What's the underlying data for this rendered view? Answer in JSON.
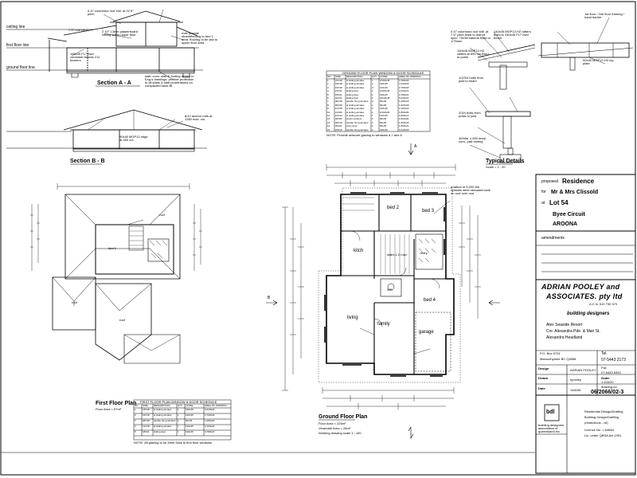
{
  "sections": {
    "section_aa_title": "Section A - A",
    "section_bb_title": "Section B - B",
    "ceiling_line": "ceiling line",
    "first_floor_line": "first floor line",
    "ground_floor_line": "ground floor line",
    "note_roof_sheet": "0.47 colorbond roof shtl. at 22.5° pitch",
    "note_roof_pitch": "7.5° roof pitch",
    "note_plasterboard": "2 10° 13mm plasterboard ceiling sht to upper floor",
    "note_termite": "note provide strandflooring to bed 1 area. flooring to be laid to upper floor area",
    "note_beams": "190x45 F17 hwd verandah beams 211 bearers",
    "note_slab": "slab, conc. slab & footing details to Eng.s drawings. provide protection to all slabs & slab penetrations on compacted sand fill",
    "note_section_bb": "8/12 anchor rods at 1350 max. crs.",
    "note_mgp": "90x45 MGP12 ridge at 450 crs"
  },
  "floor_plans": {
    "first_floor_title": "First Floor Plan",
    "first_floor_area": "Floor Area = 57m²",
    "ground_floor_title": "Ground Floor Plan",
    "ground_floor_area": "Floor Area = 225m²",
    "verandah_area": "Verandah Area = 26m²",
    "working_scale": "Working drawing scale 1 : 100",
    "room_bed1": "bed 1",
    "room_bed2": "bed 2",
    "room_bed3": "bed 3",
    "room_bed4": "bed 4",
    "room_living": "living",
    "room_garage": "garage",
    "room_family": "family",
    "room_kitchen": "kitch",
    "room_wc": "WC",
    "room_laundry": "lndry",
    "room_roof": "roof",
    "note_beam_position": "position of 5,000 8m upstairs steel rainwater tank on roof over roof",
    "note_stair": "stairs 1.0 max",
    "section_marker_a": "A",
    "section_marker_b": "B"
  },
  "window_schedule_ground": {
    "title": "GROUND FLOOR PLAN WINDOW & DOOR SCHEDULE",
    "headers": [
      "NO",
      "SIZE",
      "DESCRIPTION",
      "QTY",
      "LINTEL",
      "AREA OF OPENING"
    ],
    "rows": [
      [
        "1",
        "21X18",
        "sl sliding window",
        "1",
        "2/190x45",
        "3,780x18"
      ],
      [
        "2",
        "18X18",
        "sl sliding window",
        "1",
        "190x45",
        "3,240x18"
      ],
      [
        "3",
        "15X18",
        "sl sliding window",
        "3",
        "140x45",
        "2,700x18"
      ],
      [
        "4",
        "21X21",
        "sliding door",
        "1",
        "2/190x45",
        "4,410x21"
      ],
      [
        "5",
        "18X21",
        "sliding door",
        "1",
        "190x45",
        "3,780x21"
      ],
      [
        "6",
        "24X21",
        "sliding door",
        "1",
        "2/240x45",
        "5,040x21"
      ],
      [
        "7",
        "06X18",
        "double hung window",
        "2",
        "90x45",
        "1,080x18"
      ],
      [
        "8",
        "09X18",
        "sl sliding window",
        "1",
        "90x45",
        "1,620x18"
      ],
      [
        "9",
        "12X18",
        "sl sliding window",
        "2",
        "140x45",
        "2,160x18"
      ],
      [
        "10",
        "21X09",
        "sl sliding window",
        "1",
        "2/190x45",
        "1,890x09"
      ],
      [
        "11",
        "15X12",
        "sl sliding window",
        "1",
        "140x45",
        "1,800x12"
      ],
      [
        "12",
        "06X06",
        "louvre window",
        "1",
        "90x45",
        "0,360x06"
      ],
      [
        "13",
        "06X18",
        "double hung window",
        "1",
        "90x45",
        "1,080x18"
      ],
      [
        "14",
        "09X21",
        "entry door",
        "1",
        "90x45",
        "1,890x21"
      ],
      [
        "15",
        "18X18",
        "double hung window",
        "1",
        "190x45",
        "3,240x18"
      ]
    ],
    "note": "NOTE: Provide obscure glazing to windows 6,7 and 8"
  },
  "window_schedule_first": {
    "title": "FIRST FLOOR PLAN WINDOW & DOOR SCHEDULE",
    "headers": [
      "NO",
      "SIZE",
      "DESCRIPTION",
      "QTY",
      "LINTEL",
      "AREA OF OPENING"
    ],
    "rows": [
      [
        "1",
        "18X18",
        "sl sliding window",
        "1",
        "190x45",
        "3,240x18"
      ],
      [
        "2",
        "15X18",
        "sl sliding window",
        "1",
        "140x45",
        "2,700x18"
      ],
      [
        "3",
        "06X18",
        "double hung window",
        "1",
        "90x45",
        "1,080x18"
      ],
      [
        "4",
        "12X18",
        "sl sliding window",
        "1",
        "140x45",
        "2,160x18"
      ],
      [
        "5",
        "18X21",
        "sliding door",
        "1",
        "190x45",
        "3,780x21"
      ]
    ],
    "note": "NOTE: All glazing to be 5mm thick to first floor windows"
  },
  "typical_details": {
    "title": "Typical Details",
    "scale": "Scale = 1 : 20",
    "note1": "0.47 colorbond roof shtl. at 7.5° pitch fixed to manuf. spec. 75x38 battens fixed to 1/75mm",
    "note2": "140x45 MGP12-H2 rafters at 600 crs fixed to purlin",
    "note3": "1/2/3/4 bolts from joist to beam",
    "note4": "2/3/4 bolts from posts to joist",
    "note5": "400dia. x 600 deep conc. pad footing",
    "note6": "140x45 MGP12-H2 rafters fixed to 240x45 F17 hwd beam",
    "note7": "90x45 MGP12-H2 top plate",
    "note8": "1st floor / 2nd floor framing / hand barrier"
  },
  "title_block": {
    "proposed_label": "proposed",
    "project": "Residence",
    "for_label": "for",
    "client": "Mr & Mrs Clissold",
    "at_label": "at",
    "lot": "Lot 54",
    "street": "Byee Circuit",
    "suburb": "AROONA",
    "amendments_label": "amendments",
    "firm_line1": "ADRIAN POOLEY and",
    "firm_line2": "ASSOCIATES. pty ltd",
    "firm_acn": "A.C.N. 010 790 370",
    "firm_role": "building designers",
    "office_1": "Alex Seaside Resort",
    "office_2": "Cnr. Alexandra Pde. & Mari St.",
    "office_3": "Alexandra Headland",
    "po_box": "P.O. Box 5724",
    "po_town": "Maroochydore BC Q4558",
    "tel_label": "Tel.",
    "tel": "07-5443 2173",
    "fax_label": "Fax",
    "fax": "07-5443 6320",
    "design_label": "Design",
    "design_value": "ADRIAN POOLEY",
    "drawn_label": "Drawn",
    "drawn_value": "t/pooley",
    "scale_label": "Scale",
    "scale_value": "1:100/20",
    "date_label": "Date",
    "date_value": "14/6/06",
    "drawing_no_label": "drawing no.",
    "drawing_no": "06/2066/02-3",
    "services_1": "Residential Design/Drafting",
    "services_2": "Building Design/Drafting",
    "services_3": "(restrictions - nil)",
    "licence": "Licence No. = 64684",
    "lic_under": "Lic. under QBSA Act 1991.",
    "logo_text": "bdl",
    "logo_caption": "building designers association of queensland inc."
  },
  "colors": {
    "ink": "#000000",
    "paper": "#ffffff"
  }
}
